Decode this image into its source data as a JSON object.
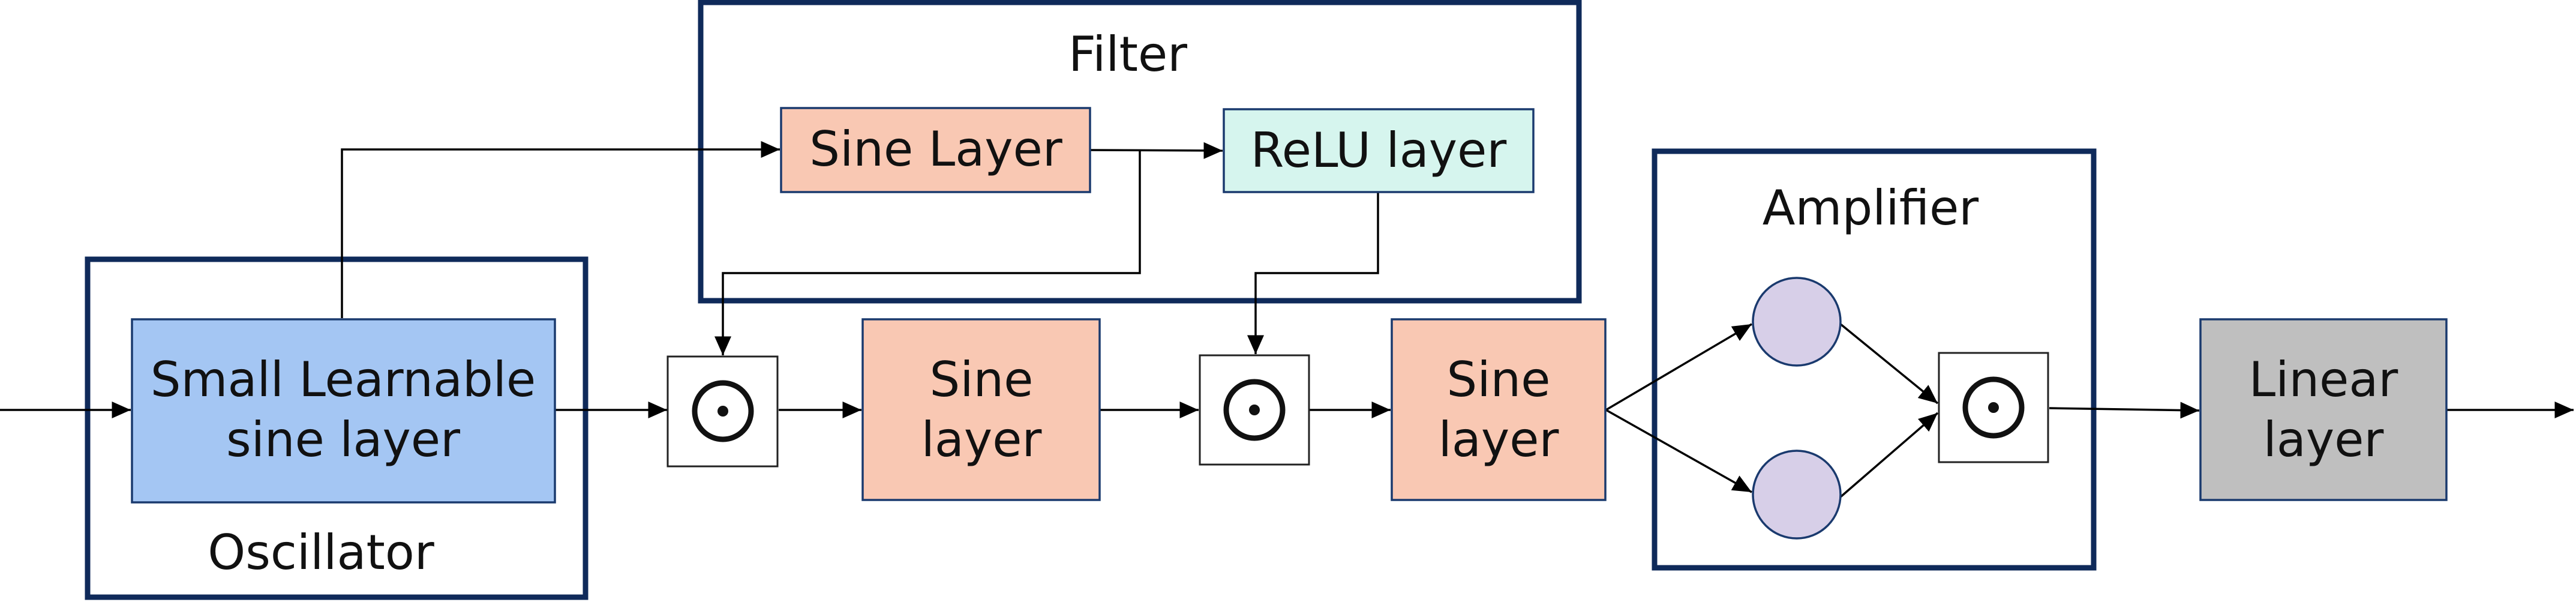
{
  "groups": {
    "filter": "Filter",
    "oscillator": "Oscillator",
    "amplifier": "Amplifier"
  },
  "blocks": {
    "small_sine": [
      "Small Learnable",
      "sine layer"
    ],
    "filter_sine": "Sine Layer",
    "relu": "ReLU layer",
    "sine_1": [
      "Sine",
      "layer"
    ],
    "sine_2": [
      "Sine",
      "layer"
    ],
    "linear": [
      "Linear",
      "layer"
    ]
  },
  "operators": {
    "multiply_symbol": "⊙"
  },
  "colors": {
    "group_border": "#0f2a5a",
    "small_sine_fill": "#a4c6f3",
    "sine_fill": "#f9c8b3",
    "relu_fill": "#d6f5ee",
    "neuron_fill": "#d7cfe8",
    "linear_fill": "#bfbfbf"
  }
}
